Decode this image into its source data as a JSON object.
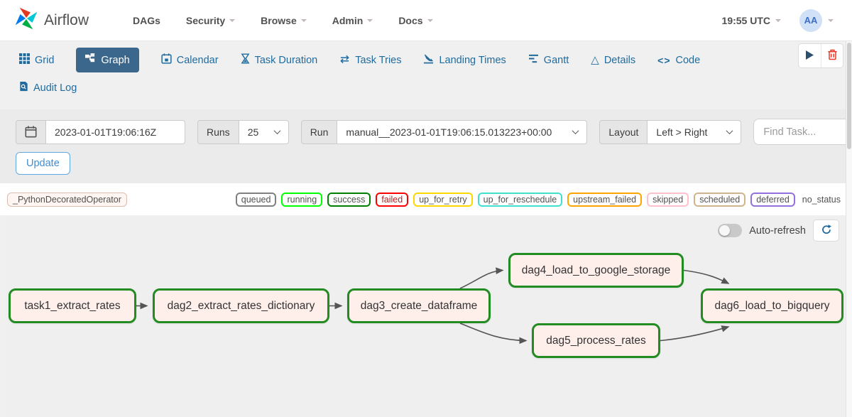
{
  "navbar": {
    "brand": "Airflow",
    "menu": [
      {
        "label": "DAGs"
      },
      {
        "label": "Security"
      },
      {
        "label": "Browse"
      },
      {
        "label": "Admin"
      },
      {
        "label": "Docs"
      }
    ],
    "clock": "19:55 UTC",
    "avatar": "AA"
  },
  "tabs": {
    "grid": "Grid",
    "graph": "Graph",
    "calendar": "Calendar",
    "task_duration": "Task Duration",
    "task_tries": "Task Tries",
    "landing_times": "Landing Times",
    "gantt": "Gantt",
    "details": "Details",
    "code": "Code",
    "audit_log": "Audit Log",
    "active_tab": "Graph",
    "active_bg": "#3c678c"
  },
  "controls": {
    "date_value": "2023-01-01T19:06:16Z",
    "runs_label": "Runs",
    "runs_value": "25",
    "run_label": "Run",
    "run_value": "manual__2023-01-01T19:06:15.013223+00:00",
    "layout_label": "Layout",
    "layout_value": "Left > Right",
    "find_placeholder": "Find Task...",
    "update_label": "Update"
  },
  "legend": {
    "operator": {
      "label": "_PythonDecoratedOperator",
      "fill": "#fff6f1",
      "border": "#d9bdb0"
    },
    "statuses": [
      {
        "label": "queued",
        "color": "#808080"
      },
      {
        "label": "running",
        "color": "#00ff00"
      },
      {
        "label": "success",
        "color": "#008000"
      },
      {
        "label": "failed",
        "color": "#ff0000",
        "text": "#b02121"
      },
      {
        "label": "up_for_retry",
        "color": "#ffd700"
      },
      {
        "label": "up_for_reschedule",
        "color": "#40e0d0"
      },
      {
        "label": "upstream_failed",
        "color": "#ffa500"
      },
      {
        "label": "skipped",
        "color": "#ffc0cb"
      },
      {
        "label": "scheduled",
        "color": "#d2b48c"
      },
      {
        "label": "deferred",
        "color": "#9370db"
      }
    ],
    "no_status": "no_status"
  },
  "graph": {
    "auto_refresh_label": "Auto-refresh",
    "auto_refresh_on": false,
    "node_fill": "#ffefeb",
    "node_border": "#228b22",
    "nodes": [
      {
        "label": "task1_extract_rates"
      },
      {
        "label": "dag2_extract_rates_dictionary"
      },
      {
        "label": "dag3_create_dataframe"
      },
      {
        "label": "dag4_load_to_google_storage"
      },
      {
        "label": "dag5_process_rates"
      },
      {
        "label": "dag6_load_to_bigquery"
      }
    ],
    "edges": [
      {
        "from": "task1_extract_rates",
        "to": "dag2_extract_rates_dictionary"
      },
      {
        "from": "dag2_extract_rates_dictionary",
        "to": "dag3_create_dataframe"
      },
      {
        "from": "dag3_create_dataframe",
        "to": "dag4_load_to_google_storage"
      },
      {
        "from": "dag3_create_dataframe",
        "to": "dag5_process_rates"
      },
      {
        "from": "dag4_load_to_google_storage",
        "to": "dag6_load_to_bigquery"
      },
      {
        "from": "dag5_process_rates",
        "to": "dag6_load_to_bigquery"
      }
    ]
  }
}
